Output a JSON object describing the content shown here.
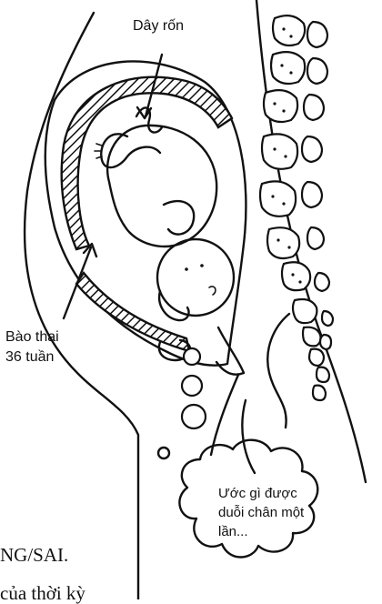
{
  "labels": {
    "umbilical_cord": "Dây rốn",
    "fetus_age": [
      "Bào thai",
      "36 tuần"
    ],
    "thought_bubble": [
      "Ước gì được",
      "duỗi chân một",
      "lần..."
    ]
  },
  "background_text": {
    "line1": "NG/SAI.",
    "line2": "của thời kỳ"
  }
}
